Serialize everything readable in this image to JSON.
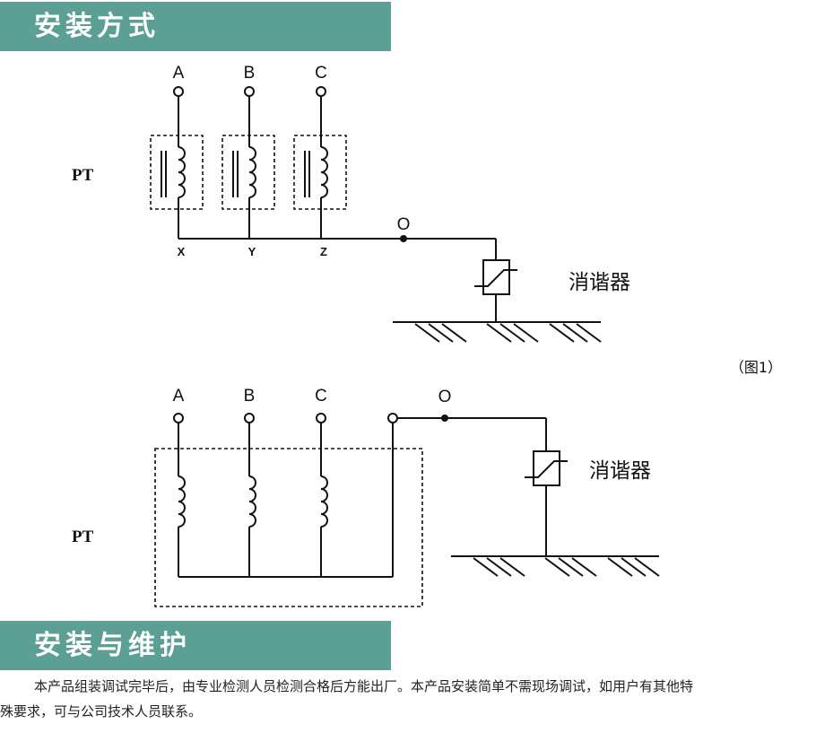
{
  "sections": {
    "install_method_title": "安装方式",
    "install_maintenance_title": "安装与维护"
  },
  "diagram1": {
    "phases": [
      "A",
      "B",
      "C"
    ],
    "pt_label": "PT",
    "tail_labels": [
      "X",
      "Y",
      "Z"
    ],
    "neutral_label": "O",
    "device_label": "消谐器"
  },
  "figure_caption": "（图1）",
  "diagram2": {
    "phases": [
      "A",
      "B",
      "C"
    ],
    "pt_label": "PT",
    "neutral_label": "O",
    "device_label": "消谐器"
  },
  "description": {
    "line1": "本产品组装调试完毕后，由专业检测人员检测合格后方能出厂。本产品安装简单不需现场调试，如用户有其他特",
    "line2": "殊要求，可与公司技术人员联系。"
  }
}
